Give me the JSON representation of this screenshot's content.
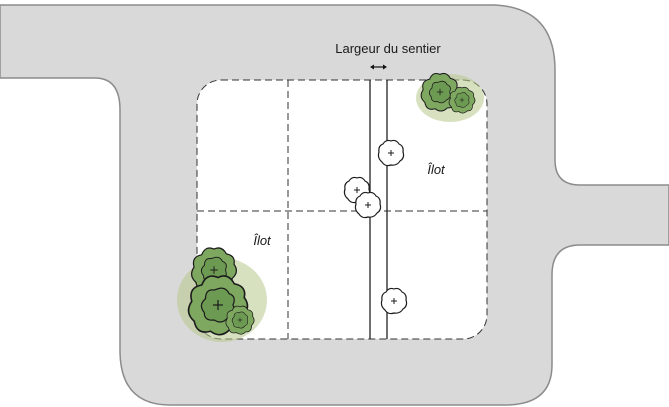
{
  "labels": {
    "path_width": "Largeur du sentier",
    "islet_right": "Îlot",
    "islet_left": "Îlot"
  },
  "colors": {
    "road": "#d9d9d9",
    "road_edge": "#8c8c8c",
    "block_fill": "#ffffff",
    "dashed_lines": "#333333",
    "path_lines": "#222222",
    "tree_canopy": "#7ea860",
    "tree_shadow": "#b8c88a",
    "tree_outline": "#1c1c1c"
  },
  "icons": {
    "width_arrow": "double-headed-arrow-icon",
    "small_trees": "small-tree-outline-icon",
    "large_trees": "green-tree-canopy-icon"
  }
}
